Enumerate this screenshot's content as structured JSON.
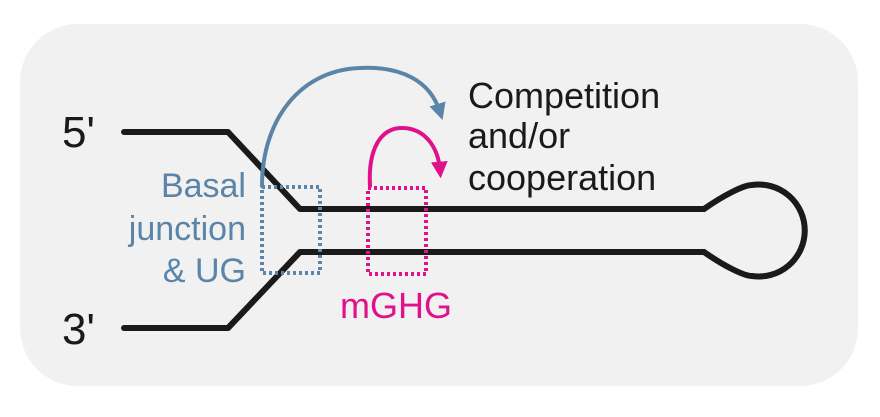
{
  "labels": {
    "five_prime": "5'",
    "three_prime": "3'",
    "basal_line1": "Basal",
    "basal_line2": "junction",
    "basal_line3": "& UG",
    "mghg": "mGHG",
    "effect_line1": "Competition",
    "effect_line2": "and/or",
    "effect_line3": "cooperation"
  },
  "colors": {
    "panel_background": "#f1f1f1",
    "strand": "#1a1a1a",
    "basal": "#5a84a8",
    "mghg": "#e0118a",
    "text": "#1a1a1a"
  }
}
